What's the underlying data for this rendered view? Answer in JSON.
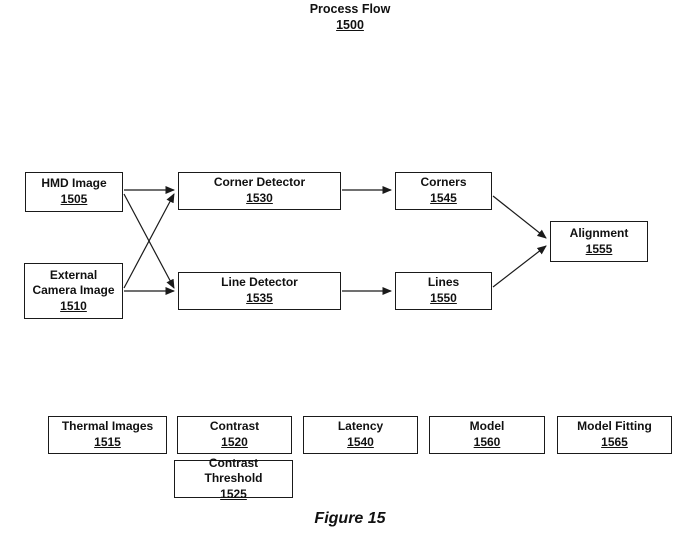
{
  "title": {
    "label": "Process Flow",
    "number": "1500"
  },
  "caption": "Figure 15",
  "colors": {
    "background": "#ffffff",
    "border": "#1a1a1a",
    "text": "#111111",
    "arrow": "#1a1a1a"
  },
  "nodes": {
    "hmd_image": {
      "label": "HMD Image",
      "number": "1505"
    },
    "external_camera": {
      "label": "External Camera Image",
      "number": "1510"
    },
    "corner_detector": {
      "label": "Corner Detector",
      "number": "1530"
    },
    "line_detector": {
      "label": "Line Detector",
      "number": "1535"
    },
    "corners": {
      "label": "Corners",
      "number": "1545"
    },
    "lines": {
      "label": "Lines",
      "number": "1550"
    },
    "alignment": {
      "label": "Alignment",
      "number": "1555"
    },
    "thermal_images": {
      "label": "Thermal Images",
      "number": "1515"
    },
    "contrast": {
      "label": "Contrast",
      "number": "1520"
    },
    "contrast_threshold": {
      "label": "Contrast Threshold",
      "number": "1525"
    },
    "latency": {
      "label": "Latency",
      "number": "1540"
    },
    "model": {
      "label": "Model",
      "number": "1560"
    },
    "model_fitting": {
      "label": "Model Fitting",
      "number": "1565"
    }
  },
  "edges": [
    {
      "from": "hmd_image",
      "to": "corner_detector"
    },
    {
      "from": "hmd_image",
      "to": "line_detector"
    },
    {
      "from": "external_camera",
      "to": "corner_detector"
    },
    {
      "from": "external_camera",
      "to": "line_detector"
    },
    {
      "from": "corner_detector",
      "to": "corners"
    },
    {
      "from": "line_detector",
      "to": "lines"
    },
    {
      "from": "corners",
      "to": "alignment"
    },
    {
      "from": "lines",
      "to": "alignment"
    }
  ]
}
